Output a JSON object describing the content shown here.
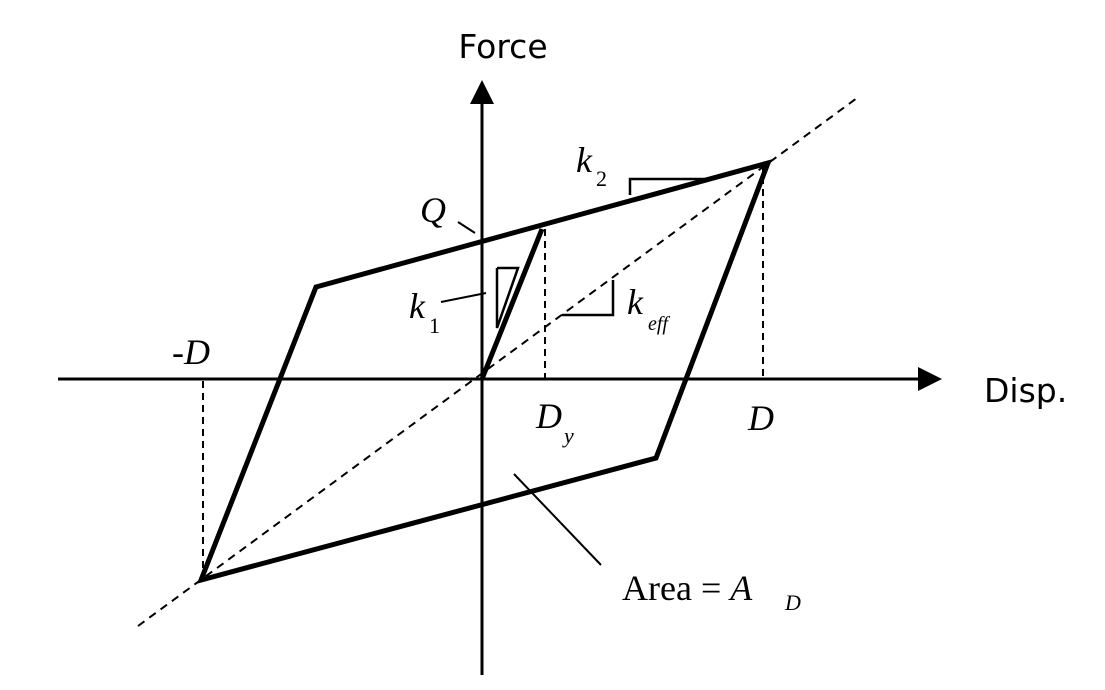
{
  "labels": {
    "force_axis": "Force",
    "disp_axis": "Disp.",
    "neg_d": "-D",
    "neg_d_prefix": "-",
    "neg_d_symbol": "D",
    "q": "Q",
    "k1": "k",
    "k1_sub": "1",
    "k2": "k",
    "k2_sub": "2",
    "keff": "k",
    "keff_sub": "eff",
    "dy": "D",
    "dy_sub": "y",
    "d": "D",
    "area_prefix": "Area = ",
    "area_symbol": "A",
    "area_sub": "D"
  },
  "colors": {
    "line": "#000000",
    "background": "#ffffff"
  }
}
